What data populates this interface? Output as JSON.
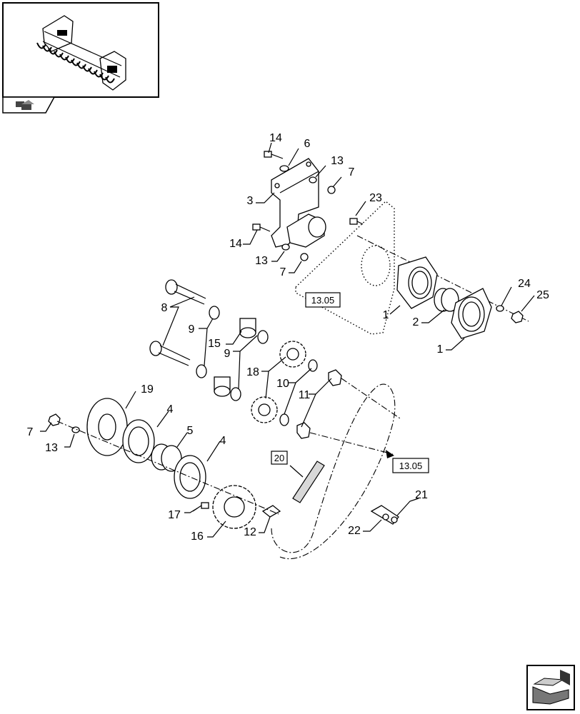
{
  "callouts": {
    "c1a": "1",
    "c1b": "1",
    "c2": "2",
    "c3": "3",
    "c4a": "4",
    "c4b": "4",
    "c5": "5",
    "c6": "6",
    "c7a": "7",
    "c7b": "7",
    "c7c": "7",
    "c8": "8",
    "c9a": "9",
    "c9b": "9",
    "c10": "10",
    "c11": "11",
    "c12": "12",
    "c13a": "13",
    "c13b": "13",
    "c13c": "13",
    "c14a": "14",
    "c14b": "14",
    "c15": "15",
    "c16": "16",
    "c17": "17",
    "c18": "18",
    "c19": "19",
    "c20": "20",
    "c21": "21",
    "c22": "22",
    "c23": "23",
    "c24": "24",
    "c25": "25"
  },
  "references": {
    "ref_upper": "13.05",
    "ref_lower": "13.05"
  },
  "icons": {
    "thumbnail": "machine-overview-thumbnail",
    "prev": "prev-page-arrow-icon",
    "next": "next-page-arrow-icon"
  }
}
